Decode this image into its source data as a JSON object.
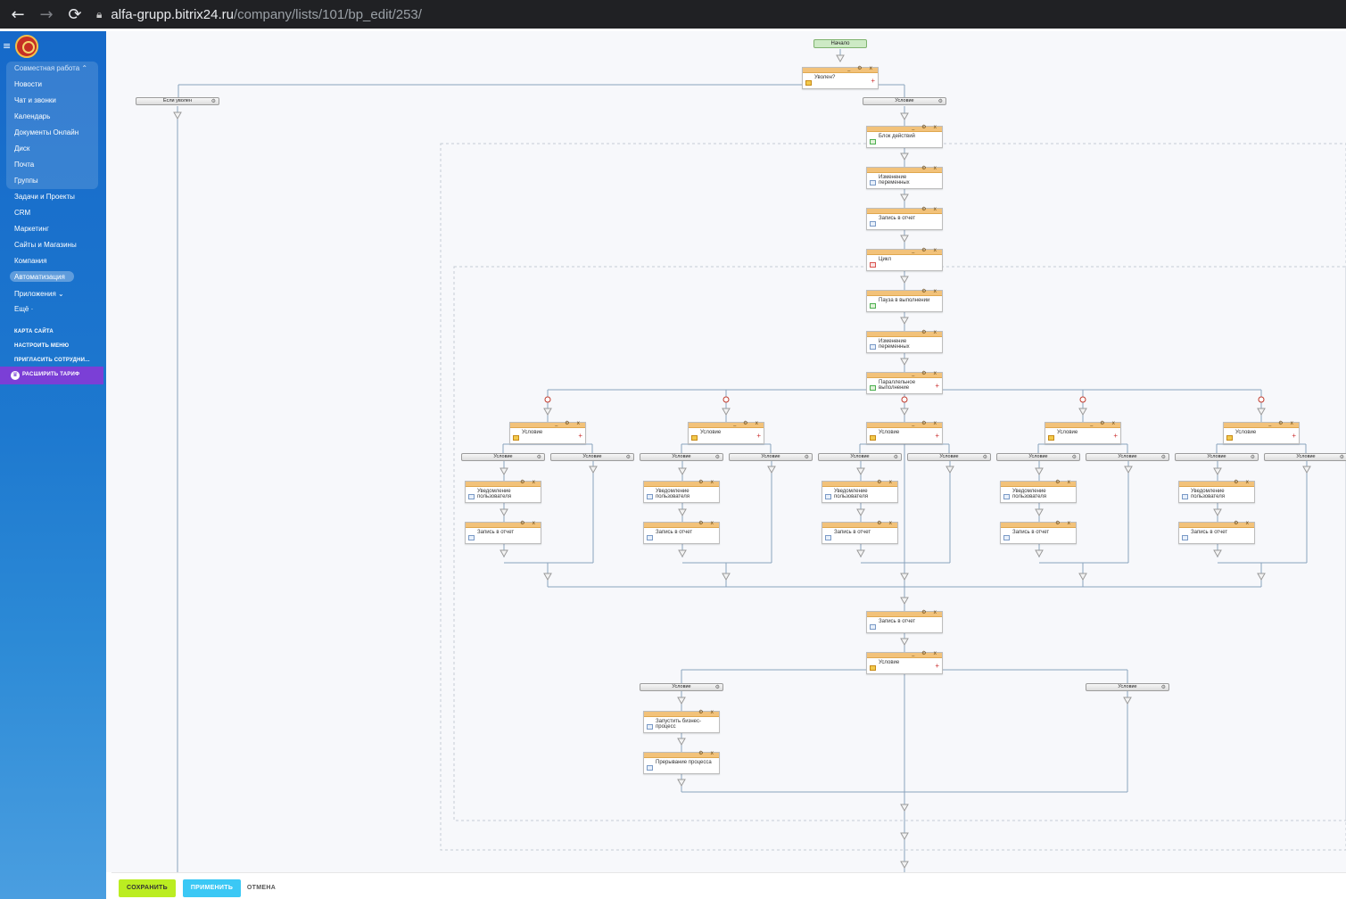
{
  "browser": {
    "url_host": "alfa-grupp.bitrix24.ru",
    "url_path": "/company/lists/101/bp_edit/253/"
  },
  "sidebar": {
    "group_header": "Совместная работа ⌃",
    "group_items": [
      "Новости",
      "Чат и звонки",
      "Календарь",
      "Документы Онлайн",
      "Диск",
      "Почта",
      "Группы"
    ],
    "items": [
      "Задачи и Проекты",
      "CRM",
      "Маркетинг",
      "Сайты и Магазины",
      "Компания",
      "Автоматизация",
      "Приложения ⌄",
      "Ещё ·"
    ],
    "active_item": "Автоматизация",
    "small_links": [
      "КАРТА САЙТА",
      "НАСТРОИТЬ МЕНЮ",
      "ПРИГЛАСИТЬ СОТРУДНИ..."
    ],
    "upgrade": "РАСШИРИТЬ ТАРИФ"
  },
  "workflow": {
    "start": "Начало",
    "top_condition": "Уволен?",
    "branch_left": "Если уволен",
    "branch_right": "Условие",
    "actions_block": "Блок действий",
    "var_change": "Изменение переменных",
    "report": "Запись в отчет",
    "loop": "Цикл",
    "pause": "Пауза в выполнении",
    "parallel": "Параллельное выполнение",
    "condition": "Условие",
    "notify": "Уведомление пользователя",
    "start_bp": "Запустить бизнес-процесс",
    "terminate": "Прерывание процесса"
  },
  "footer": {
    "save": "СОХРАНИТЬ",
    "apply": "ПРИМЕНИТЬ",
    "cancel": "ОТМЕНА"
  }
}
